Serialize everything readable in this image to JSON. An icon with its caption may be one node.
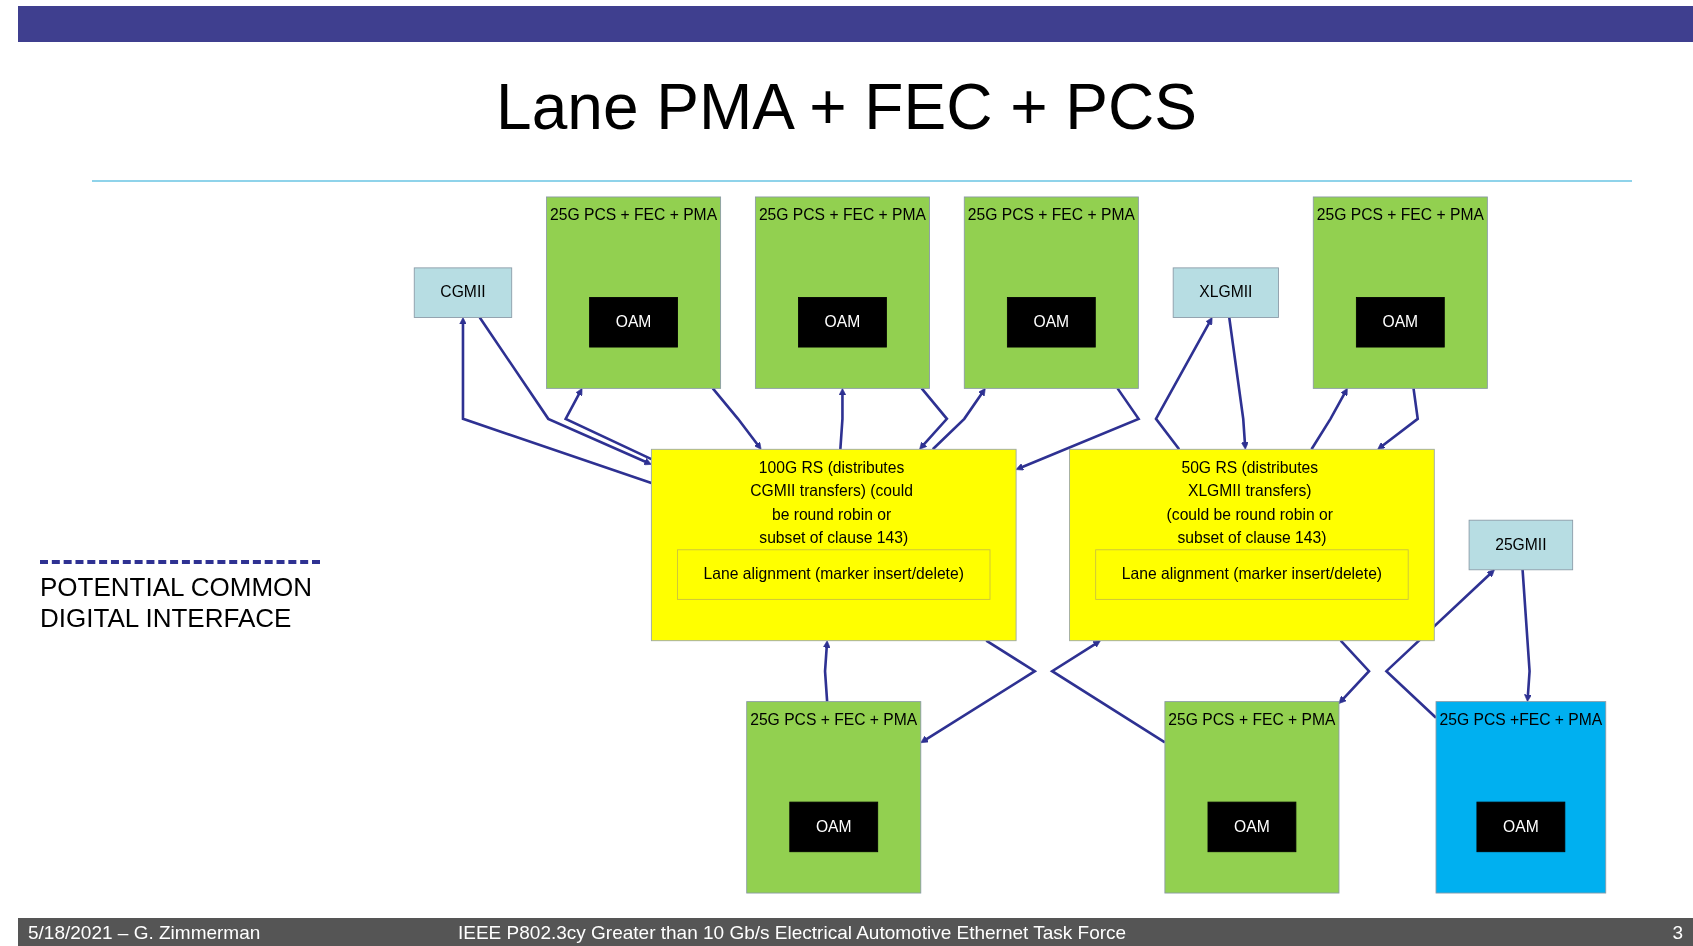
{
  "diagram": {
    "title": "Lane PMA + FEC + PCS",
    "nodes": [
      {
        "text": [
          "25GMII"
        ]
      },
      {
        "text": [
          "XLGMII"
        ]
      },
      {
        "text": [
          "CGMII"
        ]
      },
      {
        "text": [
          "50G RS (distributes XLGMII transfers) (could be round robin or subset of clause 143)"
        ]
      },
      {
        "text": [
          "Lane alignment (marker insert/delete)"
        ],
        "in": 3
      },
      {
        "text": [
          "100G RS (distributes CGMII transfers) (could be round robin or subset of clause 143)"
        ]
      },
      {
        "text": [
          "Lane alignment (marker insert/delete)"
        ],
        "in": 5
      },
      {
        "text": [
          "25G PCS +FEC + PMA"
        ]
      },
      {
        "text": [
          "OAM"
        ],
        "in": 7
      },
      {
        "text": [
          "25G PCS + FEC + PMA"
        ]
      },
      {
        "text": [
          "OAM"
        ],
        "in": 9
      },
      {
        "text": [
          "25G PCS + FEC + PMA"
        ]
      },
      {
        "text": [
          "OAM"
        ],
        "in": 11
      },
      {
        "text": [
          "25G PCS + FEC + PMA"
        ]
      },
      {
        "text": [
          "OAM"
        ],
        "in": 13
      },
      {
        "text": [
          "25G PCS + FEC + PMA"
        ]
      },
      {
        "text": [
          "OAM"
        ],
        "in": 15
      },
      {
        "text": [
          "25G PCS + FEC + PMA"
        ]
      },
      {
        "text": [
          "OAM"
        ],
        "in": 17
      },
      {
        "text": [
          "25G PCS + FEC + PMA"
        ]
      },
      {
        "text": [
          "OAM"
        ],
        "in": 19
      }
    ],
    "edges": [
      {
        "from": 0,
        "to": 7,
        "arrow": "to"
      },
      {
        "from": 7,
        "to": 0,
        "arrow": "to"
      },
      {
        "from": 1,
        "to": 3,
        "arrow": "to"
      },
      {
        "from": 3,
        "to": 1,
        "arrow": "to"
      },
      {
        "from": 2,
        "to": 5,
        "arrow": "to"
      },
      {
        "from": 5,
        "to": 2,
        "arrow": "to"
      },
      {
        "from": 3,
        "to": 9,
        "arrow": "to"
      },
      {
        "from": 9,
        "to": 3,
        "arrow": "to"
      },
      {
        "from": 3,
        "to": 11,
        "arrow": "to"
      },
      {
        "from": 11,
        "to": 3,
        "arrow": "to"
      },
      {
        "from": 5,
        "to": 13,
        "arrow": "to"
      },
      {
        "from": 13,
        "to": 5,
        "arrow": "to"
      },
      {
        "from": 5,
        "to": 15,
        "arrow": "to"
      },
      {
        "from": 15,
        "to": 5,
        "arrow": "to"
      },
      {
        "from": 5,
        "to": 17,
        "arrow": "to"
      },
      {
        "from": 17,
        "to": 5,
        "arrow": "to"
      },
      {
        "from": 5,
        "to": 19,
        "arrow": "to"
      },
      {
        "from": 19,
        "to": 5,
        "arrow": "to"
      }
    ],
    "labels": [
      "POTENTIAL COMMON DIGITAL INTERFACE",
      "5/18/2021 – G. Zimmerman",
      "IEEE P802.3cy Greater than 10 Gb/s Electrical Automotive Ethernet Task Force",
      "3"
    ]
  }
}
